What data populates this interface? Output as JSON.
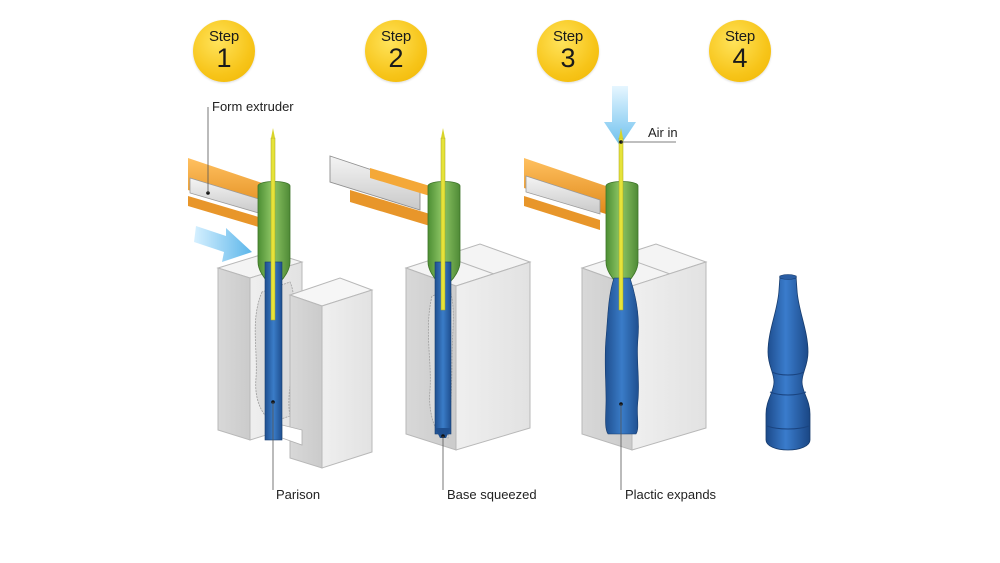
{
  "steps": [
    {
      "word": "Step",
      "number": "1"
    },
    {
      "word": "Step",
      "number": "2"
    },
    {
      "word": "Step",
      "number": "3"
    },
    {
      "word": "Step",
      "number": "4"
    }
  ],
  "labels": {
    "form_extruder": "Form extruder",
    "air_in": "Air in",
    "parison": "Parison",
    "base_squeezed": "Base squeezed",
    "plastic_expands": "Plactic expands"
  },
  "colors": {
    "badge": "#f7c51a",
    "extruder_orange": "#f0a030",
    "die_green": "#6fb04a",
    "needle_yellow": "#e6e33a",
    "parison_blue": "#2f6db5",
    "air_arrow": "#7cc8f0",
    "mold_grey": "#e9e9e9"
  }
}
